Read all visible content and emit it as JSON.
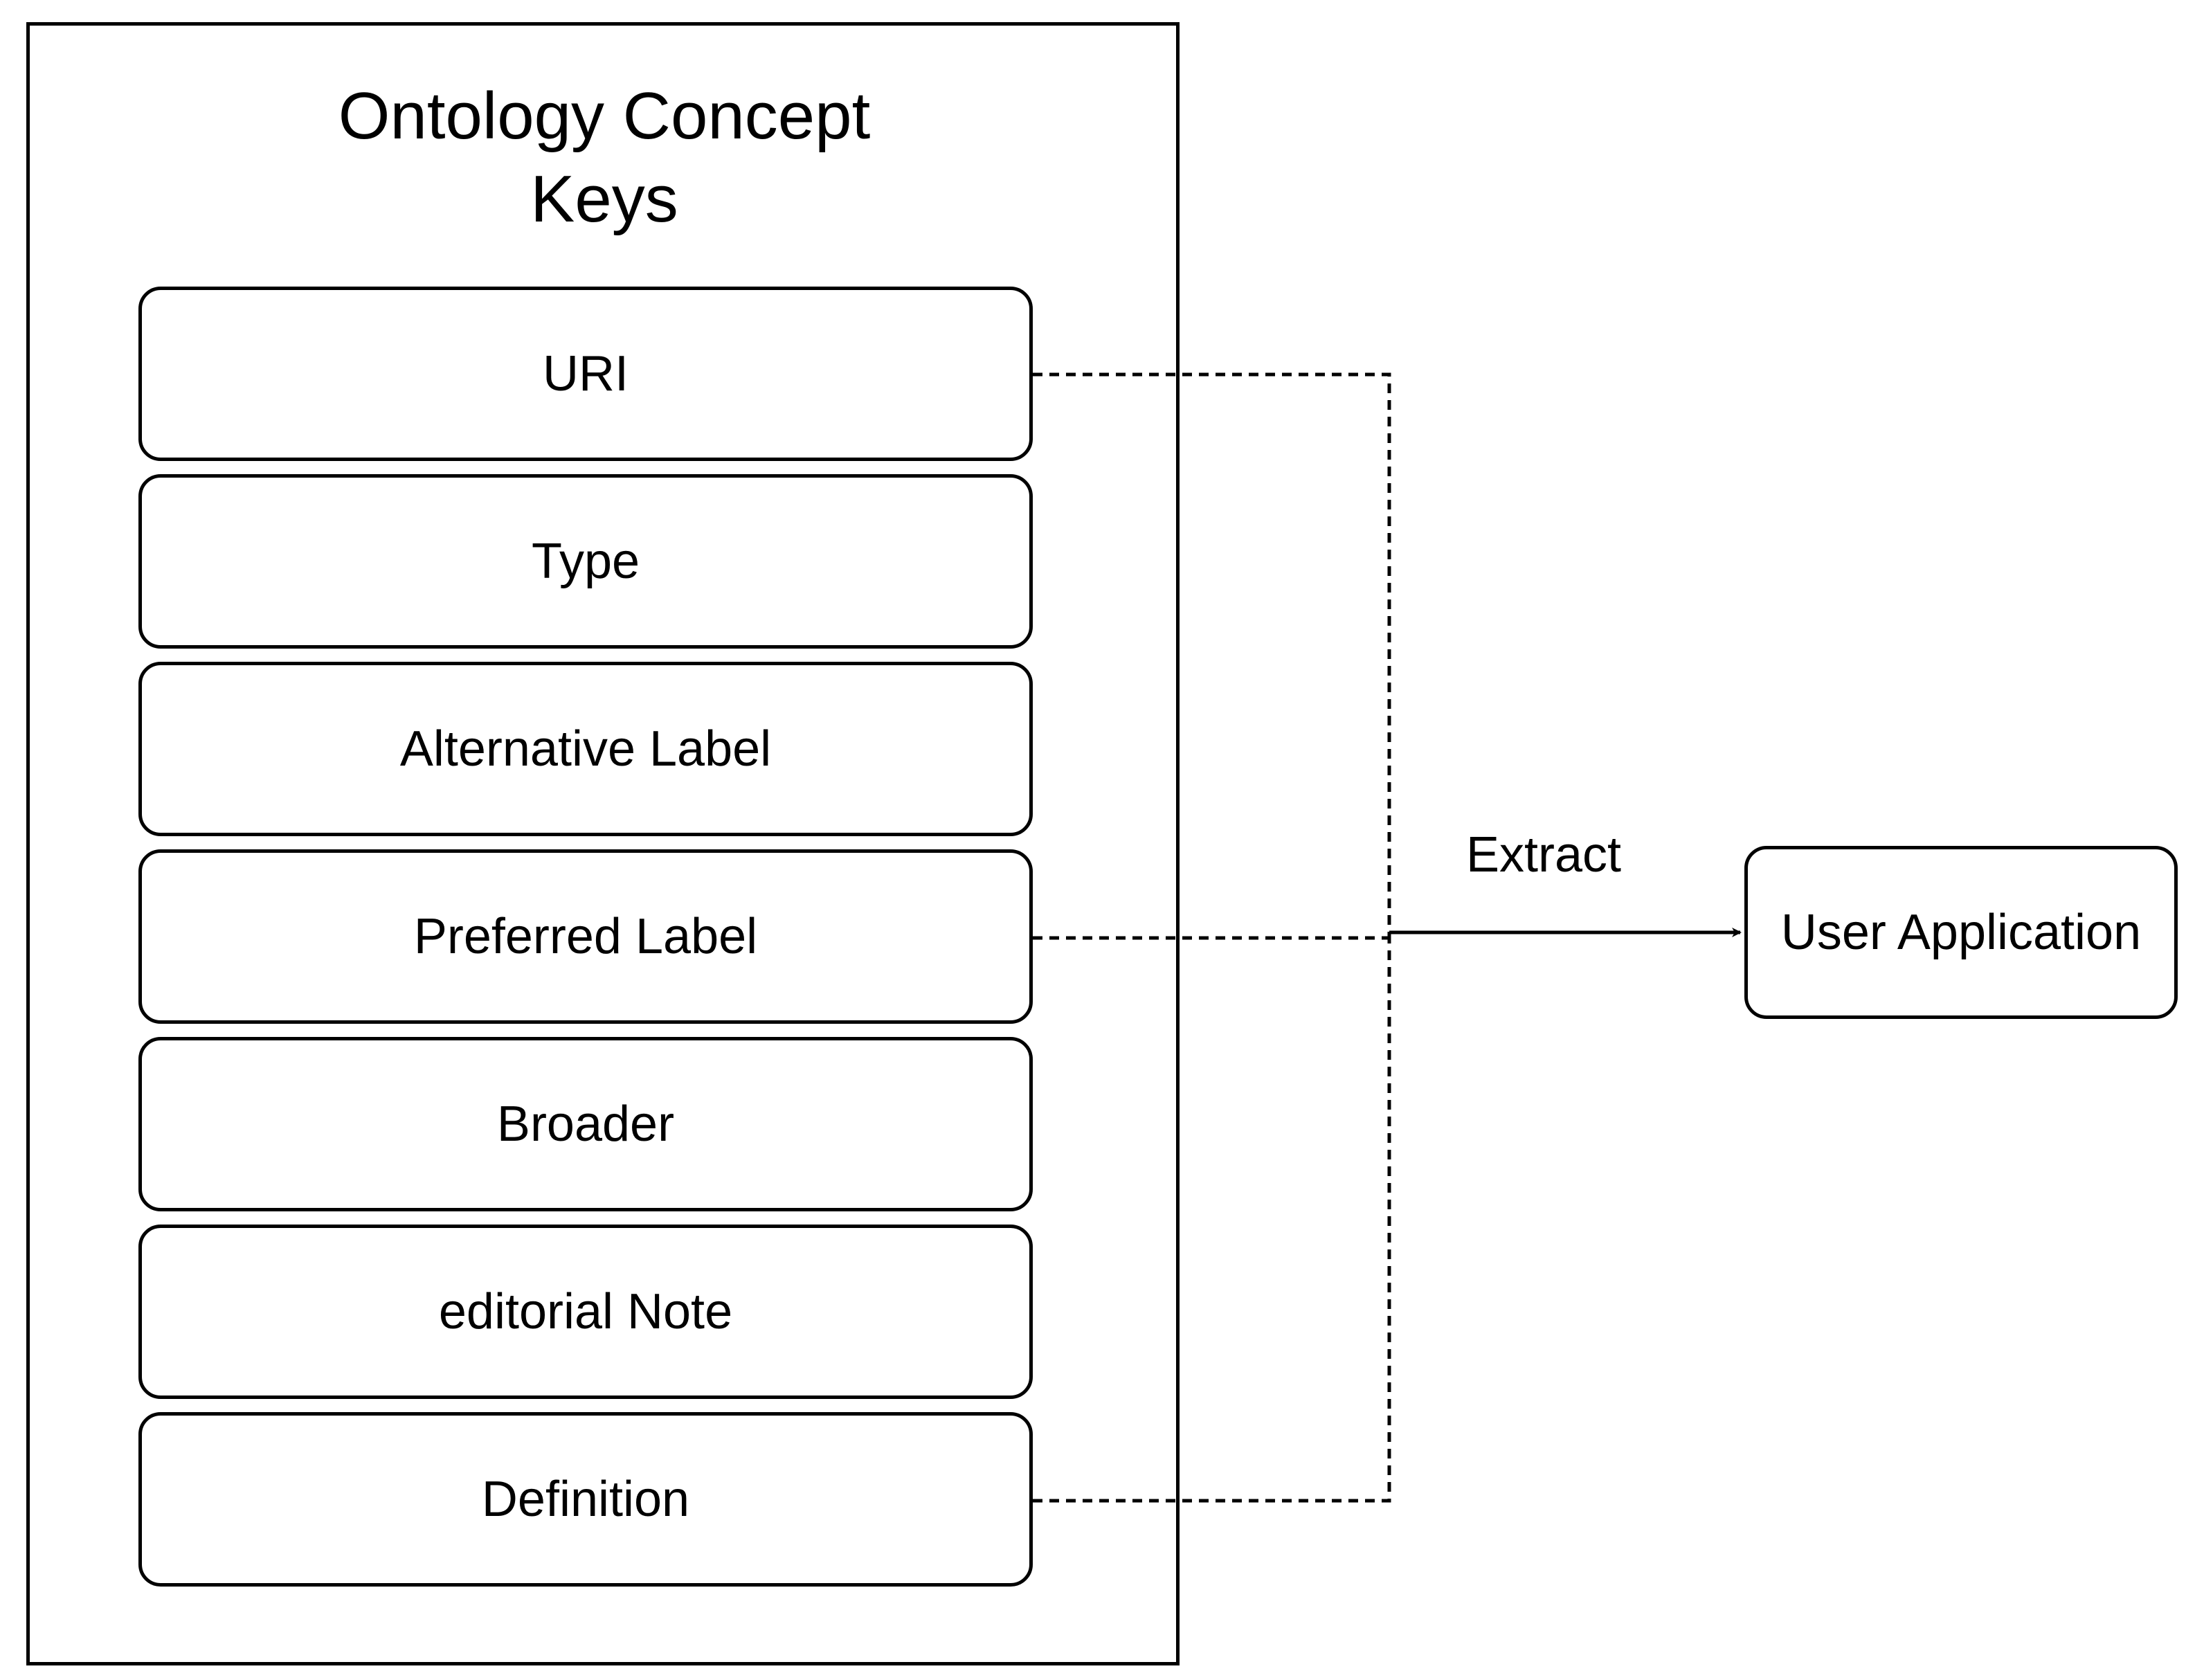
{
  "diagram": {
    "title": "Ontology Concept\nKeys",
    "keys": [
      {
        "label": "URI"
      },
      {
        "label": "Type"
      },
      {
        "label": "Alternative Label"
      },
      {
        "label": "Preferred Label"
      },
      {
        "label": "Broader"
      },
      {
        "label": "editorial Note"
      },
      {
        "label": "Definition"
      }
    ],
    "edge_label": "Extract",
    "target": "User Application"
  }
}
